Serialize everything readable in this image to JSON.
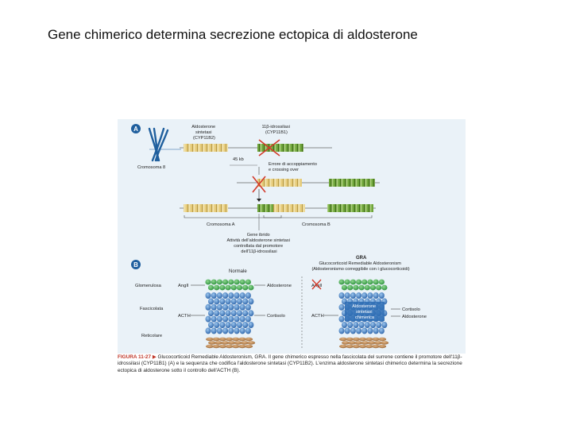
{
  "slide": {
    "title": "Gene chimerico determina secrezione ectopica di aldosterone"
  },
  "panel_a": {
    "badge": "A",
    "gene1_label": [
      "Aldosterone",
      "sintetasi",
      "(CYP11B2)"
    ],
    "gene2_label": [
      "11β-idrossilasi",
      "(CYP11B1)"
    ],
    "chromosome_label": "Cromosoma 8",
    "distance_label": "45 kb",
    "error_label": [
      "Errore di accoppiamento",
      "e crossing over"
    ],
    "chromosome_a": "Cromosoma A",
    "chromosome_b": "Cromosoma B",
    "hybrid_label": [
      "Gene ibrido",
      "Attività dell'aldosterone sintetasi",
      "controllata dal promotore",
      "dell'11β-idrossilasi"
    ]
  },
  "panel_b": {
    "badge": "B",
    "normal_title": "Normale",
    "gra_title": "GRA",
    "gra_subtitle": [
      "Glucocorticoid Remediable Aldosteronism",
      "(Aldosteronismo correggibile con i glucocorticoidi)"
    ],
    "zones": [
      "Glomerulosa",
      "Fascicolata",
      "Reticolare"
    ],
    "angii": "AngII",
    "acth": "ACTH",
    "aldosterone": "Aldosterone",
    "cortisolo": "Cortisolo",
    "chimeric_box": [
      "Aldosterone",
      "sintetasi",
      "chimerica"
    ],
    "outputs_right": [
      "Cortisolo",
      "Aldosterone"
    ]
  },
  "caption": {
    "lead": "FIGURA 11-27",
    "arrow": "▶",
    "text": "Glucocorticoid Remediable Aldosteronism, GRA. Il gene chimerico espresso nella fascicolata del surrene contiene il promotore dell'11β-idrossilasi (CYP11B1) (A) e la sequenza che codifica l'aldosterone sintetasi (CYP11B2). L'enzima aldosterone sintetasi chimerico determina la secrezione ectopica di aldosterone sotto il controllo dell'ACTH (B)."
  },
  "colors": {
    "background": "#eaf2f8",
    "yellow_gene": "#e8d58a",
    "green_gene": "#7fae3e",
    "cell_green": "#3aa64a",
    "cell_blue": "#2f6fb5",
    "cell_brown": "#b07a45",
    "red_cross": "#d23a2a",
    "badge": "#1f5f9e"
  }
}
